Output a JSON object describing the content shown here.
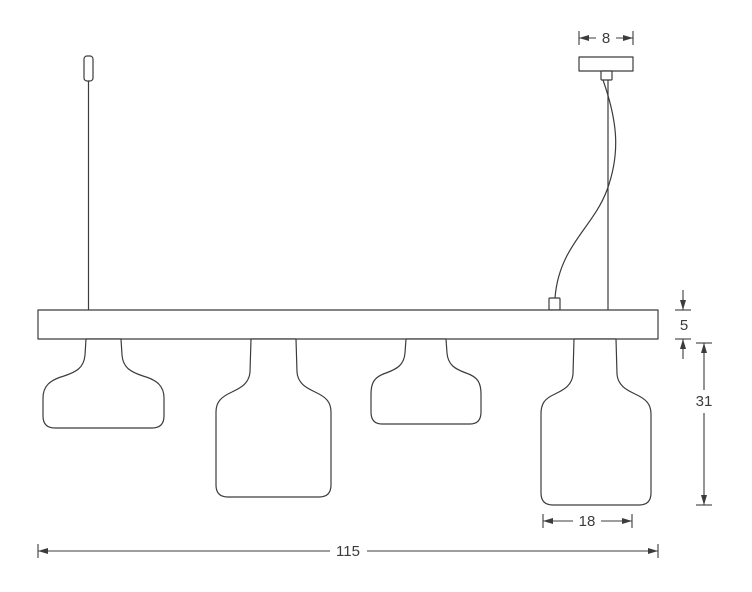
{
  "diagram": {
    "line_color": "#3c3c3c",
    "background_color": "#ffffff",
    "dimensions": {
      "canopy_width": "8",
      "bar_thickness": "5",
      "shade_drop": "31",
      "shade_width": "18",
      "overall_width": "115"
    }
  }
}
